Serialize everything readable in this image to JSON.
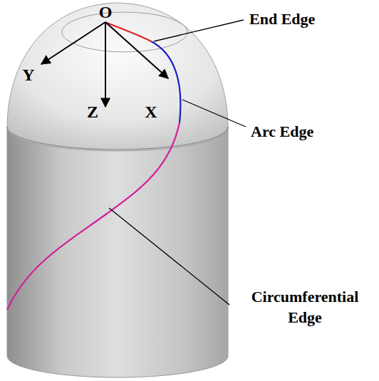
{
  "diagram": {
    "labels": [
      "O",
      "X",
      "Y",
      "Z",
      "End Edge",
      "Arc Edge",
      "Circumferential Edge"
    ]
  }
}
